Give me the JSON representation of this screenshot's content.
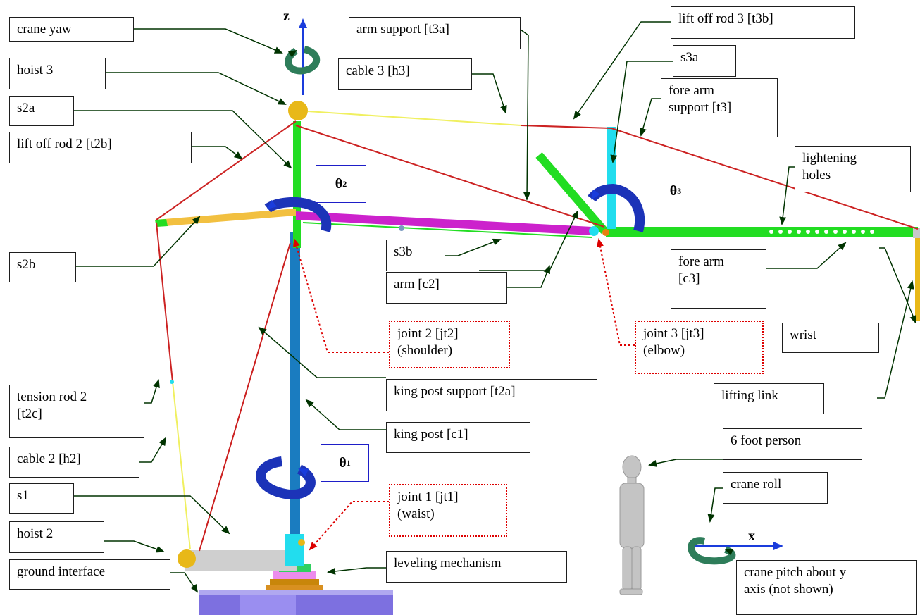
{
  "labels": {
    "crane_yaw": "crane yaw",
    "hoist3": "hoist 3",
    "s2a": "s2a",
    "lift_off_rod2": "lift off rod 2 [t2b]",
    "s2b": "s2b",
    "tension_rod2_l1": "tension rod 2",
    "tension_rod2_l2": "[t2c]",
    "cable2": "cable 2 [h2]",
    "s1": "s1",
    "hoist2": "hoist 2",
    "ground_interface": "ground interface",
    "arm_support": "arm support [t3a]",
    "cable3": "cable 3 [h3]",
    "lift_off_rod3": "lift off rod 3 [t3b]",
    "s3a": "s3a",
    "forearm_support_l1": "fore arm",
    "forearm_support_l2": "support [t3]",
    "lightening_l1": "lightening",
    "lightening_l2": "holes",
    "s3b": "s3b",
    "arm": "arm [c2]",
    "forearm_l1": "fore arm",
    "forearm_l2": "[c3]",
    "joint2_l1": "joint 2 [jt2]",
    "joint2_l2": "(shoulder)",
    "joint3_l1": "joint 3 [jt3]",
    "joint3_l2": "(elbow)",
    "wrist": "wrist",
    "king_post_support": "king post support [t2a]",
    "king_post": "king post [c1]",
    "lifting_link": "lifting link",
    "six_foot": "6 foot person",
    "crane_roll": "crane roll",
    "joint1_l1": "joint 1 [jt1]",
    "joint1_l2": "(waist)",
    "leveling": "leveling mechanism",
    "pitch_l1": "crane pitch about y",
    "pitch_l2": "axis (not shown)"
  },
  "thetas": {
    "t1": "θ",
    "t1_sub": "1",
    "t2": "θ",
    "t2_sub": "2",
    "t3": "θ",
    "t3_sub": "3"
  },
  "axes": {
    "z": "z",
    "x": "x"
  },
  "colors": {
    "king_post": "#1a7cc0",
    "green": "#22dd22",
    "magenta": "#cc22cc",
    "yellow": "#f2c040",
    "cyan": "#22ddee",
    "cable_red": "#cc2222",
    "cable_yellow": "#ffff66",
    "rot_blue": "#1c33b8",
    "rot_green": "#2e7d5a",
    "arrow_dark": "#003300",
    "hub": "#e8b818"
  }
}
